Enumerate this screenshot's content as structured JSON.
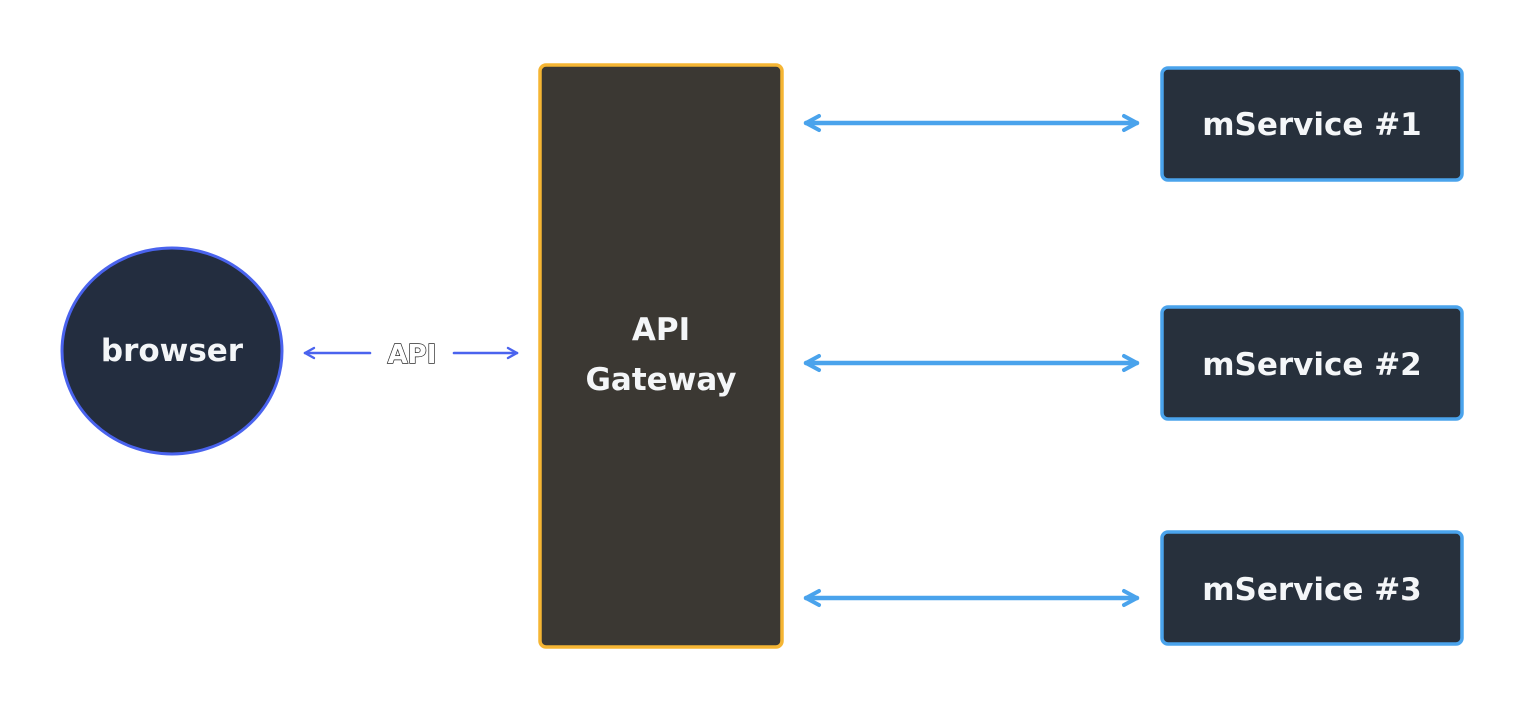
{
  "diagram": {
    "colors": {
      "background": "#ffffff",
      "browser_fill": "#232d3f",
      "browser_stroke": "#4a63ee",
      "gateway_fill": "#3b3833",
      "gateway_stroke": "#f5b533",
      "service_fill": "#27303c",
      "service_stroke": "#4aa3ec",
      "api_arrow": "#4a63ee",
      "service_arrow": "#4aa3ec",
      "node_text": "#f4f6f8"
    },
    "nodes": {
      "browser": {
        "label": "browser"
      },
      "gateway": {
        "label_line1": "API",
        "label_line2": "Gateway"
      },
      "service1": {
        "label": "mService #1"
      },
      "service2": {
        "label": "mService #2"
      },
      "service3": {
        "label": "mService #3"
      }
    },
    "edges": {
      "browser_gateway": {
        "label": "API"
      }
    }
  }
}
